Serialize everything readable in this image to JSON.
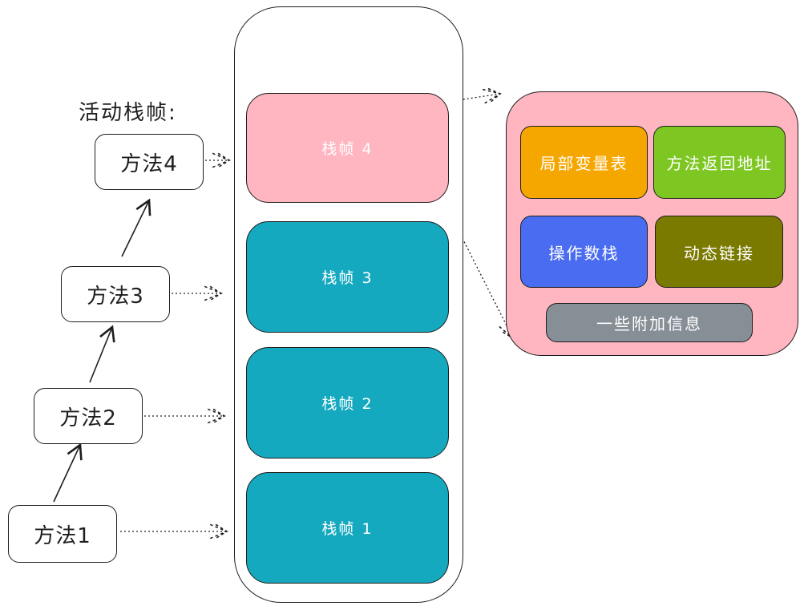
{
  "active_frames_label": "活动栈帧:",
  "methods": [
    {
      "label": "方法1"
    },
    {
      "label": "方法2"
    },
    {
      "label": "方法3"
    },
    {
      "label": "方法4"
    }
  ],
  "frames": [
    {
      "label": "栈帧 4",
      "color": "#ffb6c1"
    },
    {
      "label": "栈帧 3",
      "color": "#15a9c0"
    },
    {
      "label": "栈帧 2",
      "color": "#15a9c0"
    },
    {
      "label": "栈帧 1",
      "color": "#15a9c0"
    }
  ],
  "frame_detail": {
    "background": "#ffb6c1",
    "cells": [
      {
        "label": "局部变量表",
        "color": "#f5a700"
      },
      {
        "label": "方法返回地址",
        "color": "#7ec723"
      },
      {
        "label": "操作数栈",
        "color": "#4a6cf0"
      },
      {
        "label": "动态链接",
        "color": "#7b7a00"
      },
      {
        "label": "一些附加信息",
        "color": "#868e96"
      }
    ]
  }
}
